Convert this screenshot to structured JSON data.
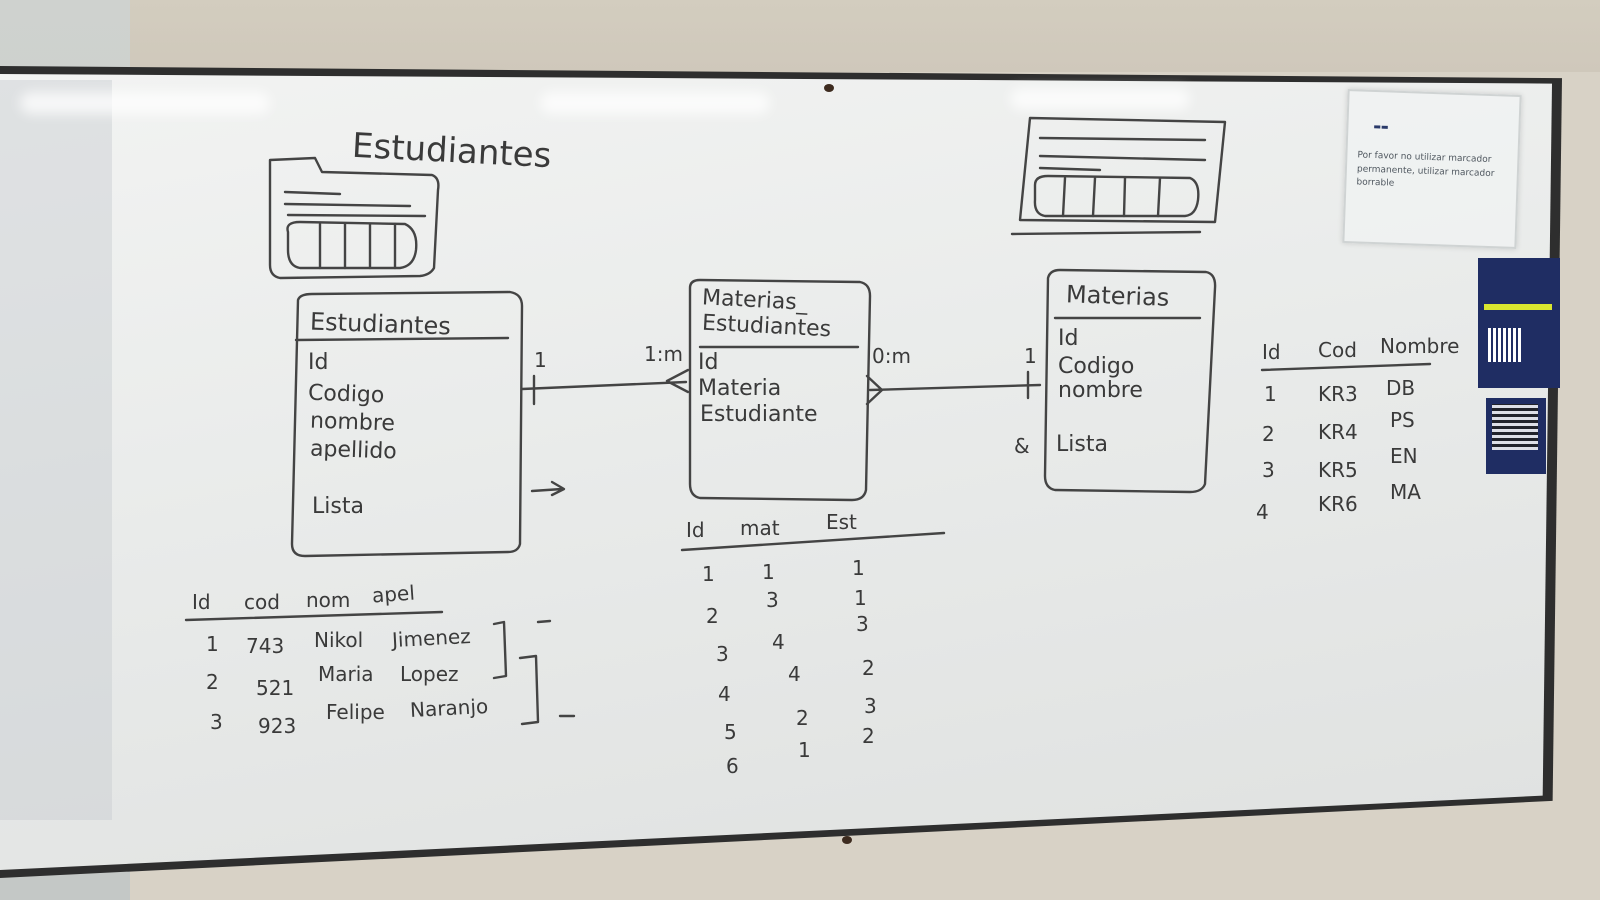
{
  "entities": {
    "estudiantes": {
      "title": "Estudiantes",
      "fields": [
        "Id",
        "Codigo",
        "nombre",
        "apellido"
      ],
      "extra": "Lista"
    },
    "materias_estudiantes": {
      "title_line1": "Materias_",
      "title_line2": "Estudiantes",
      "fields": [
        "Id",
        "Materia",
        "Estudiante"
      ]
    },
    "materias": {
      "title": "Materias",
      "fields": [
        "Id",
        "Codigo",
        "nombre"
      ],
      "extra": "Lista"
    }
  },
  "page_labels": {
    "estudiantes_heading": "Estudiantes"
  },
  "relations": {
    "left_one": "1",
    "left_many": "1:m",
    "right_many": "0:m",
    "right_one": "1",
    "lista_marker": "&"
  },
  "tables": {
    "estudiantes": {
      "headers": [
        "Id",
        "cod",
        "nom",
        "apel"
      ],
      "rows": [
        [
          "1",
          "743",
          "Nikol",
          "Jimenez"
        ],
        [
          "2",
          "521",
          "Maria",
          "Lopez"
        ],
        [
          "3",
          "923",
          "Felipe",
          "Naranjo"
        ]
      ]
    },
    "materias_estudiantes": {
      "headers": [
        "Id",
        "mat",
        "Est"
      ],
      "rows": [
        [
          "1",
          "1",
          "1"
        ],
        [
          "2",
          "3",
          "1"
        ],
        [
          "3",
          "4",
          "3"
        ],
        [
          "4",
          "4",
          "2"
        ],
        [
          "5",
          "2",
          "3"
        ],
        [
          "6",
          "1",
          "2"
        ]
      ]
    },
    "materias": {
      "headers": [
        "Id",
        "Cod",
        "Nombre"
      ],
      "rows": [
        [
          "1",
          "KR3",
          "DB"
        ],
        [
          "2",
          "KR4",
          "PS"
        ],
        [
          "3",
          "KR5",
          "EN"
        ],
        [
          "4",
          "KR6",
          "MA"
        ]
      ]
    }
  },
  "notice": {
    "text": "Por favor no utilizar marcador permanente, utilizar marcador borrable"
  },
  "colors": {
    "ink": "#3a3a3a",
    "board": "#eceeed",
    "frame": "#2e2e2e"
  }
}
